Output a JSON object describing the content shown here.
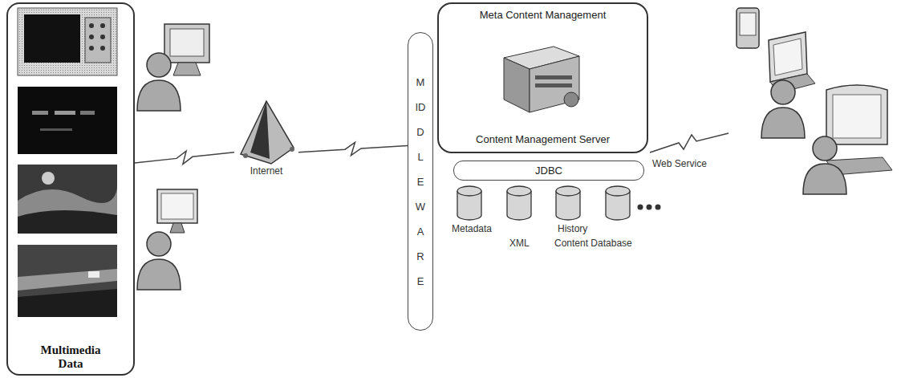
{
  "diagram": {
    "nodes": [
      {
        "text": [
          "Multimedia Data"
        ]
      },
      {
        "text": [
          "Internet"
        ]
      },
      {
        "text": [
          "MIDDLE WARE"
        ]
      },
      {
        "text": [
          "Meta Content Management",
          "Content Management Server"
        ]
      },
      {
        "text": [
          "JDBC"
        ]
      }
    ],
    "edges": [
      {
        "from": 0,
        "to": 1,
        "arrow": "none"
      },
      {
        "from": 1,
        "to": 2,
        "arrow": "none"
      }
    ],
    "labels": [
      "Metadata",
      "XML",
      "History",
      "Content Database",
      "Web Service"
    ]
  }
}
